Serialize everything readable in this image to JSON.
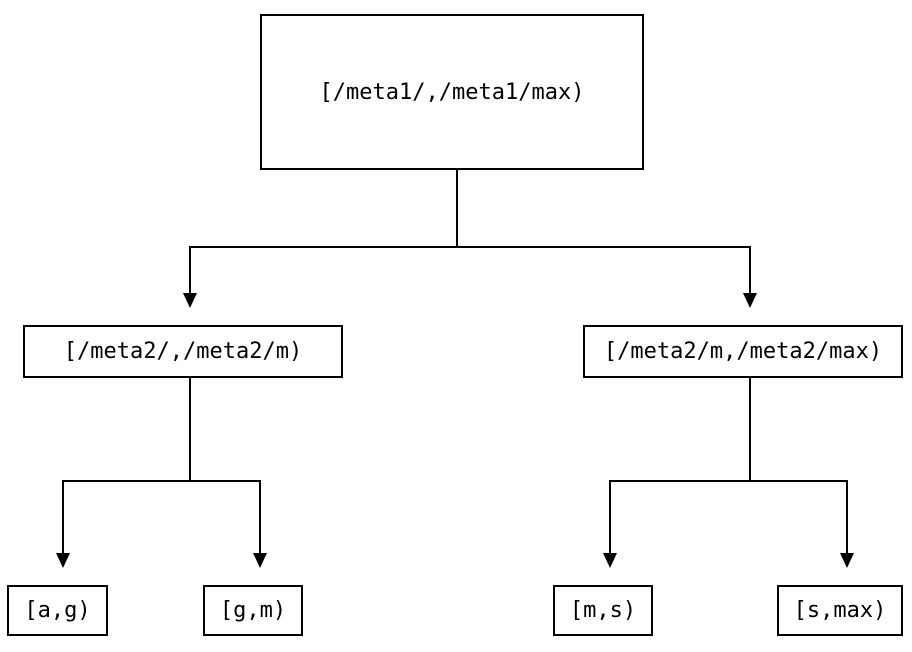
{
  "diagram": {
    "type": "tree",
    "colors": {
      "background": "#ffffff",
      "line": "#000000",
      "box_border": "#000000",
      "text": "#000000"
    },
    "nodes": {
      "root": {
        "label": "[/meta1/,/meta1/max)"
      },
      "level2_left": {
        "label": "[/meta2/,/meta2/m)"
      },
      "level2_right": {
        "label": "[/meta2/m,/meta2/max)"
      },
      "leaf_ag": {
        "label": "[a,g)"
      },
      "leaf_gm": {
        "label": "[g,m)"
      },
      "leaf_ms": {
        "label": "[m,s)"
      },
      "leaf_smax": {
        "label": "[s,max)"
      }
    },
    "edges": [
      {
        "from": "root",
        "to": "level2_left"
      },
      {
        "from": "root",
        "to": "level2_right"
      },
      {
        "from": "level2_left",
        "to": "leaf_ag"
      },
      {
        "from": "level2_left",
        "to": "leaf_gm"
      },
      {
        "from": "level2_right",
        "to": "leaf_ms"
      },
      {
        "from": "level2_right",
        "to": "leaf_smax"
      }
    ]
  }
}
